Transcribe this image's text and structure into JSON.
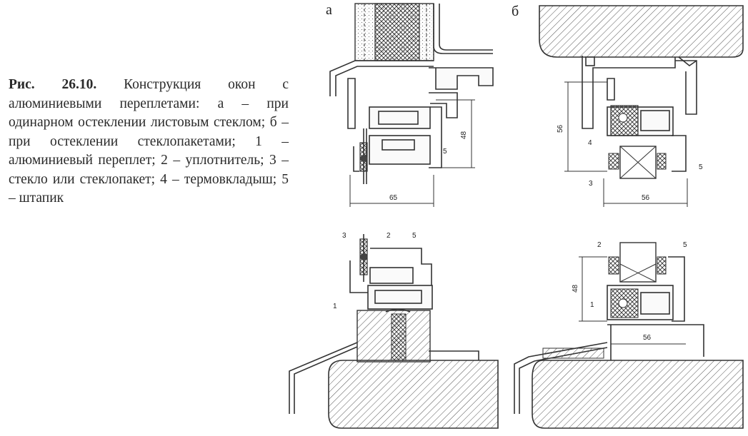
{
  "caption": {
    "title": "Рис. 26.10.",
    "text": " Конструкция окон с алюминиевыми переплетами: а – при одинарном остеклении листовым стеклом; б – при остеклении стеклопакетами; 1 – алюминиевый переплет; 2 – уплотнитель; 3 – стекло или стеклопакет; 4 – термовкладыш; 5 – штапик"
  },
  "panels": {
    "a": "а",
    "b": "б"
  },
  "dimensions": {
    "a_top_height": "48",
    "a_top_width": "65",
    "b_top_height": "56",
    "b_top_width": "56",
    "b_bottom_height": "48",
    "b_bottom_width": "56"
  },
  "callouts": {
    "a_top_5": "5",
    "a_bot_3": "3",
    "a_bot_2": "2",
    "a_bot_5": "5",
    "a_bot_1": "1",
    "b_top_4": "4",
    "b_top_5": "5",
    "b_top_3": "3",
    "b_bot_2": "2",
    "b_bot_5": "5",
    "b_bot_1": "1"
  }
}
